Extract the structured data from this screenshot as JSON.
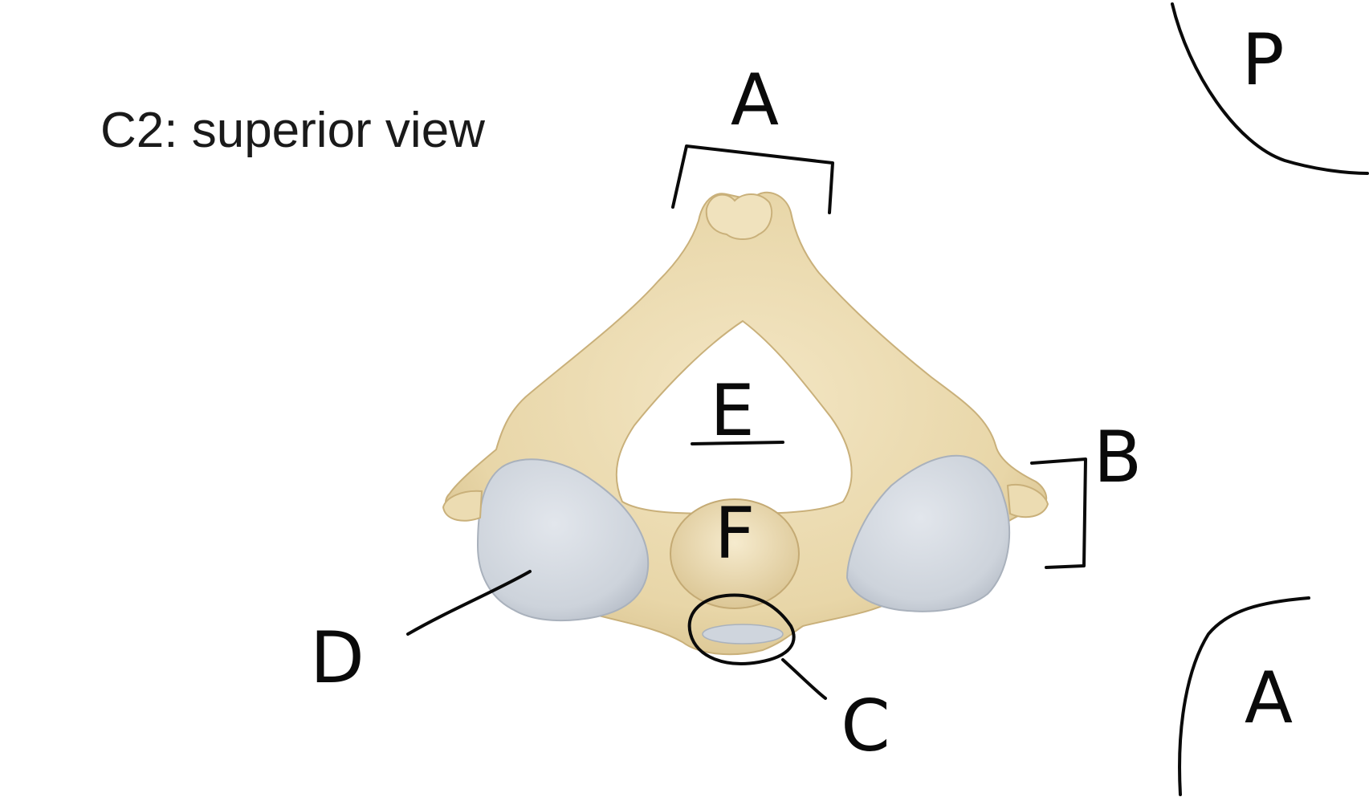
{
  "title": "C2: superior view",
  "labels": {
    "a": "A",
    "b": "B",
    "c": "C",
    "d": "D",
    "e": "E",
    "f": "F"
  },
  "orientation": {
    "posterior": "P",
    "anterior": "A"
  },
  "colors": {
    "bone": "#ecdcb2",
    "bone_shadow": "#d3bd8a",
    "facet": "#ccd2da",
    "ink": "#0a0a0a",
    "background": "#ffffff"
  }
}
